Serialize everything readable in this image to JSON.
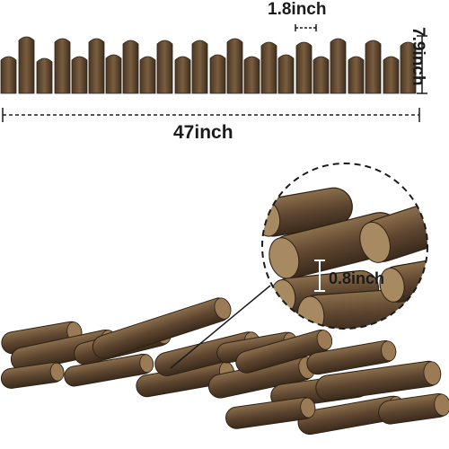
{
  "dimensions": {
    "width_label": "1.8inch",
    "length_label": "47inch",
    "height_label": "7.9inch",
    "thickness_label": "0.8inch"
  },
  "colors": {
    "wood_dark": "#3e2d1d",
    "wood_mid": "#6b5236",
    "wood_light": "#8f7452",
    "dimension_line": "#1b1b1b",
    "background": "#ffffff"
  }
}
